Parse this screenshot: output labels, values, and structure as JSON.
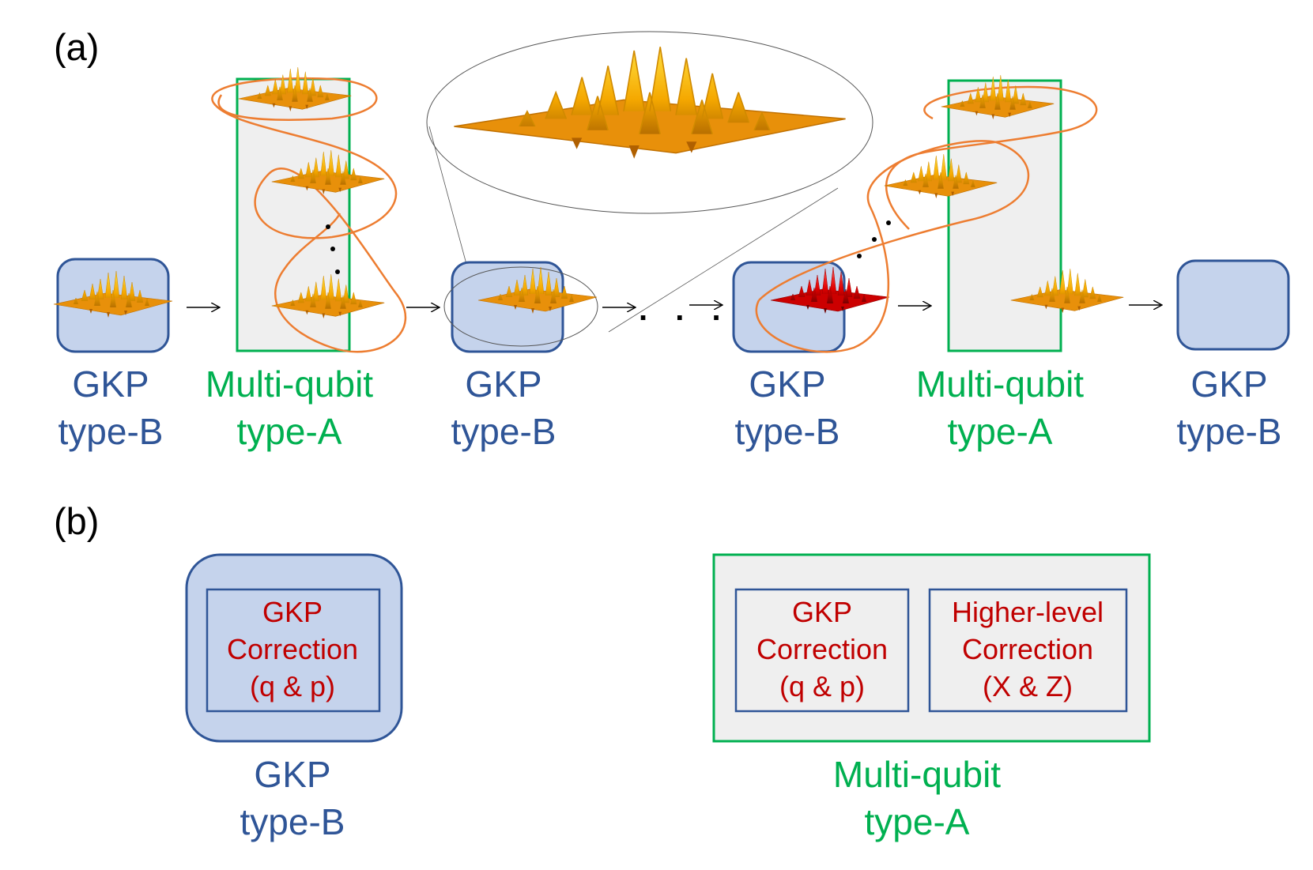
{
  "colors": {
    "gkp_box_fill": "#c5d3ec",
    "gkp_box_stroke": "#2f5597",
    "multi_box_fill": "#efefef",
    "multi_box_stroke": "#00b050",
    "entangle_curve": "#ed7d31",
    "state_gold": "#f5a800",
    "state_red": "#e00000",
    "correction_text": "#c00000",
    "blue_text": "#2f5597",
    "green_text": "#00b050"
  },
  "panel_a": {
    "label": "(a)",
    "stages": [
      {
        "kind": "gkp",
        "line1": "GKP",
        "line2": "type-B",
        "state": "gold"
      },
      {
        "kind": "multi",
        "line1": "Multi-qubit",
        "line2": "type-A"
      },
      {
        "kind": "gkp",
        "line1": "GKP",
        "line2": "type-B",
        "state": "gold",
        "magnified": true
      },
      {
        "kind": "gkp",
        "line1": "GKP",
        "line2": "type-B",
        "state": "red"
      },
      {
        "kind": "multi",
        "line1": "Multi-qubit",
        "line2": "type-A"
      },
      {
        "kind": "gkp",
        "line1": "GKP",
        "line2": "type-B",
        "state": "empty"
      }
    ],
    "ellipsis": ". . ."
  },
  "panel_b": {
    "label": "(b)",
    "gkp_block": {
      "line1": "GKP",
      "line2": "type-B",
      "inner": [
        "GKP",
        "Correction",
        "(q & p)"
      ]
    },
    "multi_block": {
      "line1": "Multi-qubit",
      "line2": "type-A",
      "inner_left": [
        "GKP",
        "Correction",
        "(q & p)"
      ],
      "inner_right": [
        "Higher-level",
        "Correction",
        "(X & Z)"
      ]
    }
  }
}
